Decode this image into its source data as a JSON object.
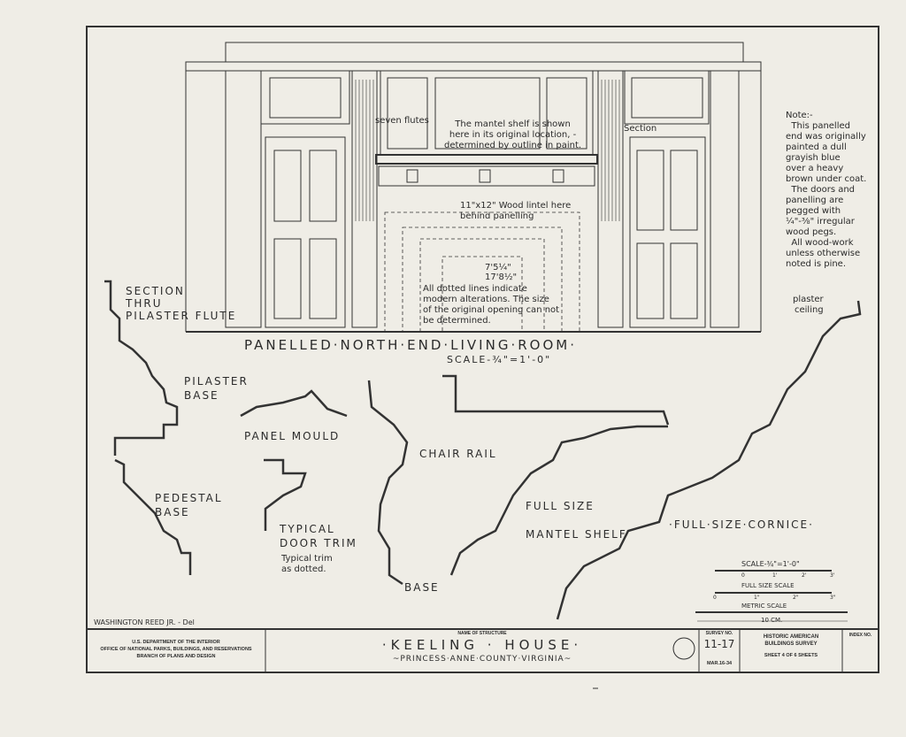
{
  "drawing": {
    "main_title": "PANELLED·NORTH·END·LIVING·ROOM·",
    "main_scale": "SCALE-¾\"=1'-0\"",
    "labels": {
      "seven_flutes": "seven flutes",
      "section": "Section",
      "mantel_note": "The mantel shelf is shown\nhere in its original location, -\ndetermined by outline in paint.",
      "lintel_note": "11\"x12\" Wood lintel here\nbehind panelling",
      "dotted_note": "All dotted lines indicate\nmodern alterations. The size\nof the original opening can not\nbe determined.",
      "dim_1": "7'5¼\"",
      "dim_2": "17'8½\"",
      "plaster_ceiling": "plaster\nceiling"
    },
    "note": "Note:-\n  This panelled\nend was originally\npainted a dull\ngrayish blue\nover a heavy\nbrown under coat.\n  The doors and\npanelling are\npegged with\n¼\"-⅜\" irregular\nwood pegs.\n  All wood-work\nunless otherwise\nnoted is pine.",
    "details": {
      "section_thru": "SECTION\nTHRU\nPILASTER FLUTE",
      "pilaster_base": "PILASTER\nBASE",
      "panel_mould": "PANEL MOULD",
      "pedestal_base": "PEDESTAL\nBASE",
      "typical_door_trim": "TYPICAL\nDOOR TRIM",
      "typical_trim_note": "Typical trim\nas dotted.",
      "chair_rail": "CHAIR RAIL",
      "base": "BASE",
      "full_size_mantel_shelf": "FULL SIZE\nMANTEL SHELF",
      "full_size_cornice": "·FULL·SIZE·CORNICE·"
    },
    "scales": {
      "scale_label": "SCALE-¾\"=1'-0\"",
      "full_size_scale": "FULL SIZE SCALE",
      "metric_scale": "METRIC SCALE",
      "metric_length": "10 CM.",
      "ticks_a": [
        "0",
        "1'",
        "2'",
        "3'"
      ],
      "ticks_b": [
        "0",
        "1\"",
        "2\"",
        "3\""
      ]
    },
    "delineator": "WASHINGTON REED JR. - Del"
  },
  "title_block": {
    "agency": "U.S. DEPARTMENT OF THE INTERIOR\nOFFICE OF NATIONAL PARKS, BUILDINGS, AND RESERVATIONS\nBRANCH OF PLANS AND DESIGN",
    "name_label": "NAME OF STRUCTURE",
    "structure": "·KEELING · HOUSE·",
    "location": "~PRINCESS·ANNE·COUNTY·VIRGINIA~",
    "survey_label": "SURVEY NO.",
    "survey_no": "11-17",
    "date": "MAR.16-34",
    "survey_name": "HISTORIC AMERICAN\nBUILDINGS SURVEY",
    "sheet": "SHEET 4 OF 6 SHEETS",
    "index_label": "INDEX NO."
  }
}
